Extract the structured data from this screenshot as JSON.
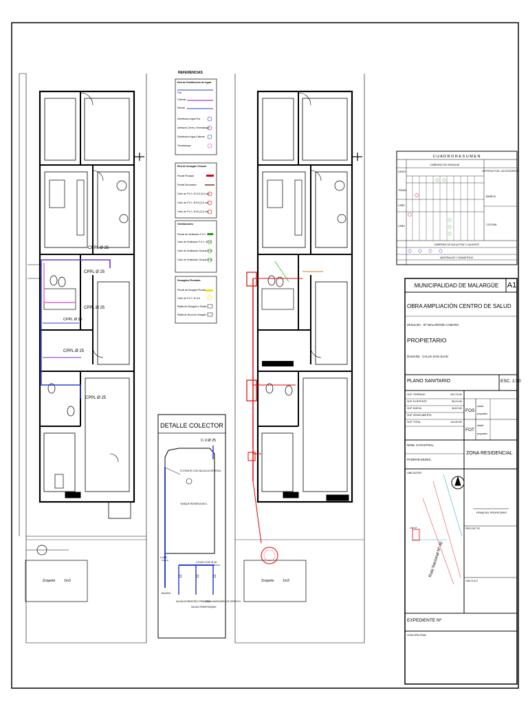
{
  "references": {
    "title": "REFERENCIAS",
    "group1_title": "Red de Distribución de Agua",
    "group1_items": [
      "Fria",
      "Caliente",
      "Directa",
      "Distribucion Agua Fria",
      "Artefacto,Cierre y Termotanque",
      "Distribucion Agua Caliente",
      "Termotanque"
    ],
    "group2_title": "Red de Desagüe Cloacal",
    "group2_items": [
      "Pluvial Principal",
      "Pluvial Secundario",
      "Caño de P.V.C. Ø 110 (3,2) mm",
      "Caño de P.V.C. Ø 63 (3,2) mm",
      "Caño de P.V.C. Ø 40 (3,2) mm"
    ],
    "group3_title": "Ventilaciones",
    "group3_items": [
      "Pluvial de Ventilación P.V.C. Ø 110",
      "Caño de Ventilación P.V.C. Ø 110",
      "Caño de Ventilación Cloacal Ø 63",
      "Caño de Ventilación Cloacal Ø 50"
    ],
    "group4_title": "Desagües Pluviales",
    "group4_items": [
      "Pluvial de Desagüe Pluvial",
      "Caño de P.V.C. Ø 110",
      "Rejilla de Desagüe c/ Rejilla",
      "Rejilla de Boca de Desagüe"
    ]
  },
  "plan_labels": {
    "cppl1": "CPPL Ø 25",
    "cppl2": "CPPL Ø 25",
    "cppl3": "CPPL Ø 25",
    "cppl4": "CPPL Ø 25",
    "cppl5": "CPPL Ø 25",
    "cppl6": "CPPL Ø 25",
    "zoquete_left": "Zoquete",
    "zoquete_right": "Zoquete",
    "zoquete_num": "1m3"
  },
  "detail": {
    "title": "DETALLE COLECTOR",
    "inlet": "C.V.Ø 25",
    "colector_label": "COLECTOR Ø 40",
    "outlets": [
      "SALIDA DORMITORIO PRINCIPAL",
      "SALIDA TERMOTANQUE",
      "SALIDA BAÑO/ÁREA DE SERVICIO"
    ],
    "label_tank": "TANQUE RESERVA 500 L",
    "label_flotante": "FLOTANTE CON VALVULA ESFERICA",
    "label_llave": "LLAVE",
    "label_bajada": "BAJADA"
  },
  "summary": {
    "title": "C U A D R O   R E S U M E N",
    "col_group_title": "CAÑERÍAS DE DESAGÜE",
    "col_artefactos": "ARTEFACTOS / ACCESORIOS",
    "row_label": "DESIG.",
    "rows": [
      "TRAMO",
      "CAÑO",
      "CAÑO"
    ],
    "right_rows": [
      "BAÑOS",
      "COCINA"
    ],
    "sub_title_1": "CAÑERÍAS DE AGUA FRIA Y CALIENTE",
    "sub_title_2": "MATERIALES Y DIÁMETROS"
  },
  "title_block": {
    "municipality": "MUNICIPALIDAD DE MALARGÜE",
    "sheet_code": "A1",
    "project": "OBRA AMPLIACIÓN CENTRO DE SALUD",
    "location_label": "Ubicación:",
    "location_value": "Bº MALARGÜE CAMARA",
    "owner": "PROPIETARIO",
    "address_label": "Domicilio:",
    "address_value": "CALLE SAN JUAN",
    "plan_name": "PLANO SANITARIO",
    "scale": "ESC. 1:50",
    "areas": [
      {
        "label": "SUP. TERRENO",
        "value": "253,75 M2"
      },
      {
        "label": "SUP. EXISTENTE",
        "value": "96,24 M2"
      },
      {
        "label": "SUP. NUEVA",
        "value": "46,81 M2"
      },
      {
        "label": "SUP. SEMICUBIERTA",
        "value": ""
      },
      {
        "label": "SUP. TOTAL",
        "value": "143,05 M2"
      }
    ],
    "fos": "FOS",
    "fot": "FOT",
    "fos_values": [
      "actual",
      "propuesto"
    ],
    "fot_values": [
      "actual",
      "propuesto"
    ],
    "nomenclature_label": "NOM. CATASTRAL",
    "padron_label": "PADRON MUNIC.",
    "zone": "ZONA RESIDENCIAL",
    "location_map_label": "UBICACIÓN",
    "street_name": "Ruta Nacional Nº 40",
    "lot_label": "Lote Nº",
    "signature": "FIRMA DEL PROPIETARIO",
    "project_label": "PROYECTO",
    "calculation_label": "CALCULO",
    "expediente": "EXPEDIENTE Nº",
    "visado": "VISACIÓN FINAL"
  }
}
